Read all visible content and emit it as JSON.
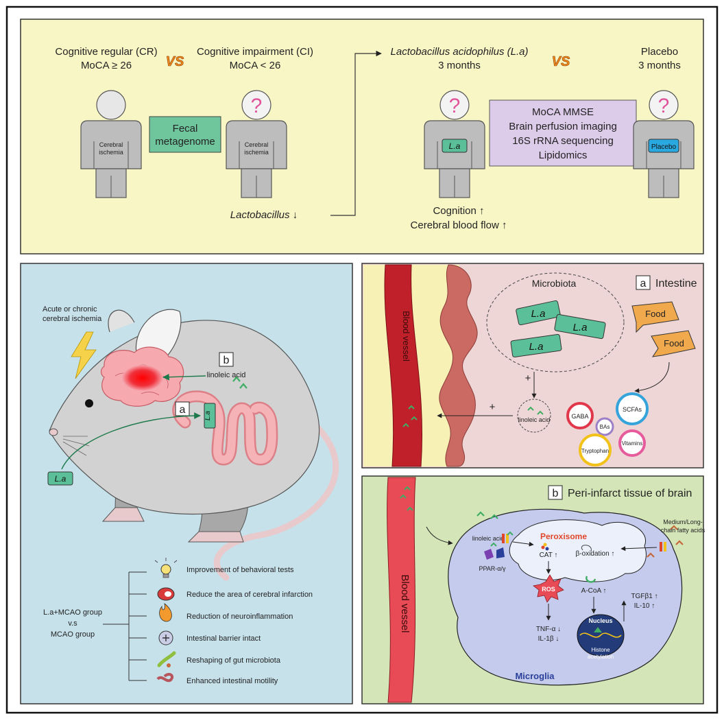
{
  "top": {
    "cr_title": "Cognitive regular (CR)",
    "cr_moca": "MoCA ≥ 26",
    "vs1": "VS",
    "ci_title": "Cognitive impairment (CI)",
    "ci_moca": "MoCA < 26",
    "fecal_line1": "Fecal",
    "fecal_line2": "metagenome",
    "body_label_1": "Cerebral",
    "body_label_2": "ischemia",
    "lacto_decrease": "Lactobacillus ↓",
    "la_title": "Lactobacillus acidophilus (L.a)",
    "la_duration": "3 months",
    "vs2": "VS",
    "placebo_title": "Placebo",
    "placebo_duration": "3 months",
    "la_badge": "L.a",
    "placebo_badge": "Placebo",
    "assess_1": "MoCA MMSE",
    "assess_2": "Brain perfusion imaging",
    "assess_3": "16S rRNA sequencing",
    "assess_4": "Lipidomics",
    "outcome_1": "Cognition ↑",
    "outcome_2": "Cerebral blood flow ↑"
  },
  "mouse": {
    "ischemia_1": "Acute or chronic",
    "ischemia_2": "cerebral ischemia",
    "marker_b": "b",
    "linoleic": "linoleic acid",
    "marker_a": "a",
    "gut_la": "L.a",
    "oral_la": "L.a",
    "group_1": "L.a+MCAO group",
    "group_2": "v.s",
    "group_3": "MCAO group",
    "effects": [
      "Improvement of behavioral tests",
      "Reduce the area of cerebral infarction",
      "Reduction of neuroinflammation",
      "Intestinal barrier intact",
      "Reshaping of gut microbiota",
      "Enhanced intestinal motility"
    ]
  },
  "intestine": {
    "marker": "a",
    "title": "Intestine",
    "vessel": "Blood vessel",
    "microbiota": "Microbiota",
    "bacteria": [
      "L.a",
      "L.a",
      "L.a"
    ],
    "plus": "+",
    "linoleic": "linoleic acid",
    "food": [
      "Food",
      "Food"
    ],
    "metabolites": [
      "SCFAs",
      "GABA",
      "BAs",
      "Tryptophan",
      "Vitamins"
    ]
  },
  "brain": {
    "marker": "b",
    "title": "Peri-infarct tissue of brain",
    "vessel": "Blood vessel",
    "linoleic": "linoleic acid",
    "ppar": "PPAR-α/γ",
    "peroxisome": "Peroxisome",
    "cat": "CAT ↑",
    "beta_ox": "β-oxidation ↑",
    "ros": "ROS",
    "acoa": "A-CoA ↑",
    "tnf": "TNF-α ↓",
    "il1": "IL-1β ↓",
    "tgf": "TGFβ1 ↑",
    "il10": "IL-10 ↑",
    "nucleus": "Nucleus",
    "histone_1": "Histone",
    "histone_2": "acetylation",
    "microglia": "Microglia",
    "fatty_1": "Medium/Long-",
    "fatty_2": "chain fatty acids"
  },
  "colors": {
    "top_bg": "#f9f6c6",
    "mouse_bg": "#c6e1ea",
    "intestine_bg": "#efd6d6",
    "brain_bg": "#d4e6b8",
    "la_green": "#5bbf99",
    "assess_box": "#ddcbea",
    "placebo_blue": "#2aa8e0",
    "vessel_red": "#c0202a"
  }
}
